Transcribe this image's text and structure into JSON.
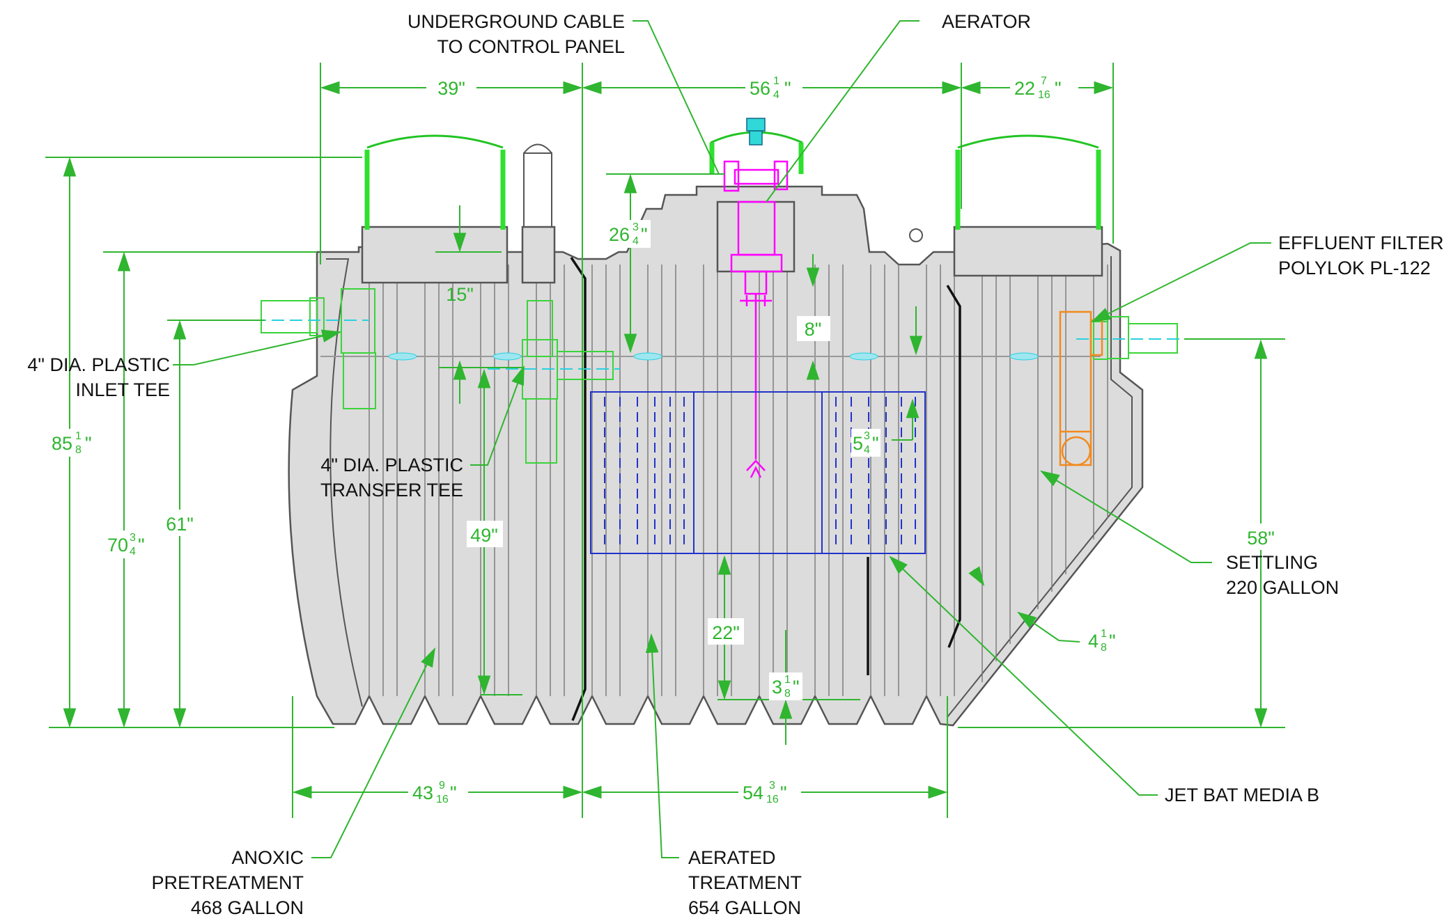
{
  "callouts": {
    "underground_cable": [
      "UNDERGROUND CABLE",
      "TO CONTROL PANEL"
    ],
    "aerator": "AERATOR",
    "effluent_filter": [
      "EFFLUENT FILTER",
      "POLYLOK PL-122"
    ],
    "inlet_tee": [
      "4\" DIA. PLASTIC",
      "INLET TEE"
    ],
    "transfer_tee": [
      "4\" DIA. PLASTIC",
      "TRANSFER TEE"
    ],
    "settling": [
      "SETTLING",
      "220 GALLON"
    ],
    "jet_bat_media": "JET BAT MEDIA B",
    "anoxic": [
      "ANOXIC",
      "PRETREATMENT",
      "468 GALLON"
    ],
    "aerated": [
      "AERATED",
      "TREATMENT",
      "654 GALLON"
    ]
  },
  "dimensions": {
    "top_left": "39\"",
    "top_mid": {
      "whole": "56",
      "num": "1",
      "den": "4",
      "unit": "\""
    },
    "top_right": {
      "whole": "22",
      "num": "7",
      "den": "16",
      "unit": "\""
    },
    "overall_height": {
      "whole": "85",
      "num": "1",
      "den": "8",
      "unit": "\""
    },
    "shell_height": {
      "whole": "70",
      "num": "3",
      "den": "4",
      "unit": "\""
    },
    "inlet_height": "61\"",
    "riser_15": "15\"",
    "top_26": {
      "whole": "26",
      "num": "3",
      "den": "4",
      "unit": "\""
    },
    "drop_8": "8\"",
    "transfer_49": "49\"",
    "media_offset": {
      "whole": "5",
      "num": "3",
      "den": "4",
      "unit": "\""
    },
    "outlet_58": "58\"",
    "bottom_22": "22\"",
    "bottom_3": {
      "whole": "3",
      "num": "1",
      "den": "8",
      "unit": "\""
    },
    "baffle_4": {
      "whole": "4",
      "num": "1",
      "den": "8",
      "unit": "\""
    },
    "bottom_left": {
      "whole": "43",
      "num": "9",
      "den": "16",
      "unit": "\""
    },
    "bottom_mid": {
      "whole": "54",
      "num": "3",
      "den": "16",
      "unit": "\""
    }
  },
  "colors": {
    "dimension": "#2fb52f",
    "lid": "#2fe02f",
    "aerator": "#ff00ff",
    "media": "#2233cc",
    "filter": "#f28a1e",
    "water": "#2ad0e0"
  }
}
